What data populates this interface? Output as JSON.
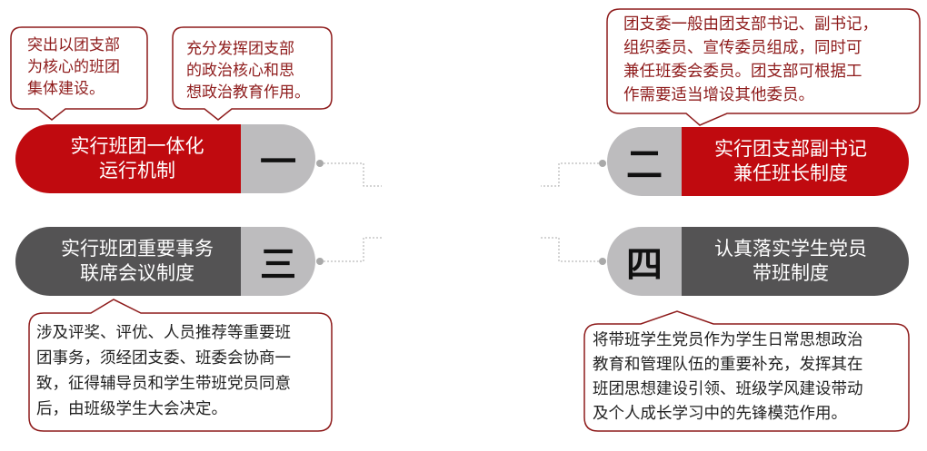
{
  "colors": {
    "red": "#c00a0f",
    "dark_gray": "#545354",
    "light_gray": "#bdbcbe",
    "border": "#8e1b1b"
  },
  "gear": {
    "top": "运行",
    "bottom": "机制"
  },
  "items": [
    {
      "num": "一",
      "label_line1": "实行班团一体化",
      "label_line2": "运行机制"
    },
    {
      "num": "二",
      "label_line1": "实行团支部副书记",
      "label_line2": "兼任班长制度"
    },
    {
      "num": "三",
      "label_line1": "实行班团重要事务",
      "label_line2": "联席会议制度"
    },
    {
      "num": "四",
      "label_line1": "认真落实学生党员",
      "label_line2": "带班制度"
    }
  ],
  "callouts": [
    {
      "lines": [
        "突出以团支部",
        "为核心的班团",
        "集体建设。"
      ]
    },
    {
      "lines": [
        "充分发挥团支部",
        "的政治核心和思",
        "想政治教育作用。"
      ]
    },
    {
      "lines": [
        "团支委一般由团支部书记、副书记，",
        "组织委员、宣传委员组成，同时可",
        "兼任班委会委员。团支部可根据工",
        "作需要适当增设其他委员。"
      ]
    },
    {
      "lines": [
        "涉及评奖、评优、人员推荐等重要班",
        "团事务，须经团支委、班委会协商一",
        "致，征得辅导员和学生带班党员同意",
        "后，由班级学生大会决定。"
      ]
    },
    {
      "lines": [
        "将带班学生党员作为学生日常思想政治",
        "教育和管理队伍的重要补充，发挥其在",
        "班团思想建设引领、班级学风建设带动",
        "及个人成长学习中的先锋模范作用。"
      ]
    }
  ]
}
